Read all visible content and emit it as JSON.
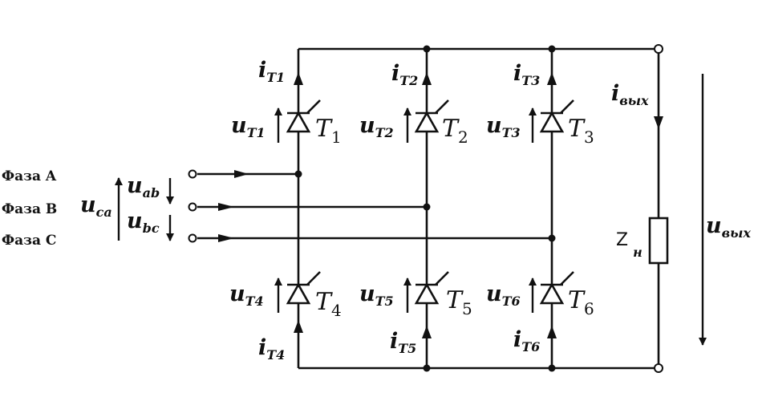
{
  "phases": [
    {
      "label": "Фаза  A"
    },
    {
      "label": "Фаза  B"
    },
    {
      "label": "Фаза  C"
    }
  ],
  "line_voltages": {
    "ab": {
      "sym": "u",
      "sub": "ab"
    },
    "ca": {
      "sym": "u",
      "sub": "ca"
    },
    "bc": {
      "sym": "u",
      "sub": "bc"
    }
  },
  "thyristors": [
    {
      "name": "T",
      "index": "1",
      "voltage_sym": "u",
      "voltage_sub": "T1",
      "current_sym": "i",
      "current_sub": "T1"
    },
    {
      "name": "T",
      "index": "2",
      "voltage_sym": "u",
      "voltage_sub": "T2",
      "current_sym": "i",
      "current_sub": "T2"
    },
    {
      "name": "T",
      "index": "3",
      "voltage_sym": "u",
      "voltage_sub": "T3",
      "current_sym": "i",
      "current_sub": "T3"
    },
    {
      "name": "T",
      "index": "4",
      "voltage_sym": "u",
      "voltage_sub": "T4",
      "current_sym": "i",
      "current_sub": "T4"
    },
    {
      "name": "T",
      "index": "5",
      "voltage_sym": "u",
      "voltage_sub": "T5",
      "current_sym": "i",
      "current_sub": "T5"
    },
    {
      "name": "T",
      "index": "6",
      "voltage_sym": "u",
      "voltage_sub": "T6",
      "current_sym": "i",
      "current_sub": "T6"
    }
  ],
  "output": {
    "current": {
      "sym": "i",
      "sub": "вых"
    },
    "voltage": {
      "sym": "u",
      "sub": "вых"
    },
    "load": {
      "sym": "Z",
      "sub": "н"
    }
  }
}
